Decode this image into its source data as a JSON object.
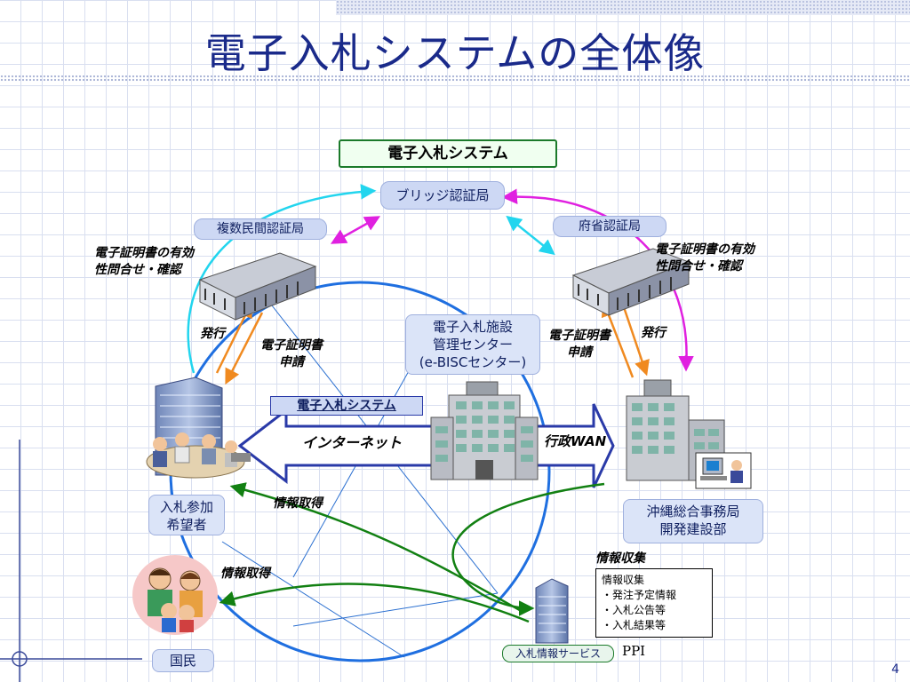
{
  "title": "電子入札システムの全体像",
  "system_box": "電子入札システム",
  "bridge_ca": "ブリッジ認証局",
  "private_ca": "複数民間認証局",
  "gov_ca": "府省認証局",
  "cert_check_left": [
    "電子証明書の有効",
    "性問合せ・確認"
  ],
  "cert_check_right": [
    "電子証明書の有効",
    "性問合せ・確認"
  ],
  "issue_left": "発行",
  "issue_right": "発行",
  "cert_app_left": [
    "電子証明書",
    "申請"
  ],
  "cert_app_right": [
    "電子証明書",
    "申請"
  ],
  "ebisc_center": [
    "電子入札施設",
    "管理センター",
    "(e-BISCセンター)"
  ],
  "banner_system": "電子入札システム",
  "internet": "インターネット",
  "gov_wan": "行政WAN",
  "bidders": [
    "入札参加",
    "希望者"
  ],
  "okinawa_office": [
    "沖縄総合事務局",
    "開発建設部"
  ],
  "info_get_1": "情報取得",
  "info_get_2": "情報取得",
  "info_collect": "情報収集",
  "info_list": [
    "情報収集",
    "・発注予定情報",
    "・入札公告等",
    "・入札結果等"
  ],
  "citizens": "国民",
  "bid_info_service": "入札情報サービス",
  "ppi": "PPI",
  "slide_number": "4",
  "colors": {
    "title": "#1a2a8a",
    "cyan_arrow": "#22d5ee",
    "magenta_arrow": "#e020e0",
    "orange_arrow": "#f08a20",
    "green_arrow": "#128012",
    "blue_circle": "#1f6fe0"
  },
  "icons": [
    "office-building-icon",
    "government-building-icon",
    "bidder-group-icon",
    "family-icon",
    "computer-user-icon",
    "skyscraper-icon"
  ]
}
